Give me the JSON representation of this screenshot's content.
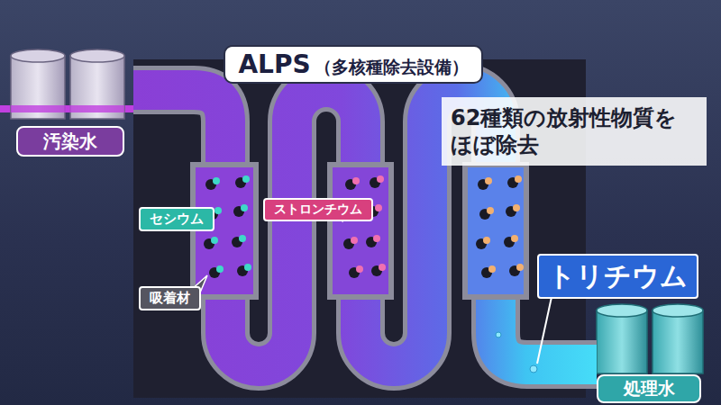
{
  "diagram": {
    "nodes": [
      {
        "text": [
          "ALPS",
          "（多核種除去設備）"
        ]
      },
      {
        "text": [
          "62種類の放射性物質を ほぼ除去"
        ]
      },
      {
        "text": [
          "汚染水"
        ]
      },
      {
        "text": [
          "セシウム"
        ]
      },
      {
        "text": [
          "ストロンチウム"
        ]
      },
      {
        "text": [
          "吸着材"
        ]
      },
      {
        "text": [
          "トリチウム"
        ]
      },
      {
        "text": [
          "処理水"
        ]
      }
    ]
  }
}
